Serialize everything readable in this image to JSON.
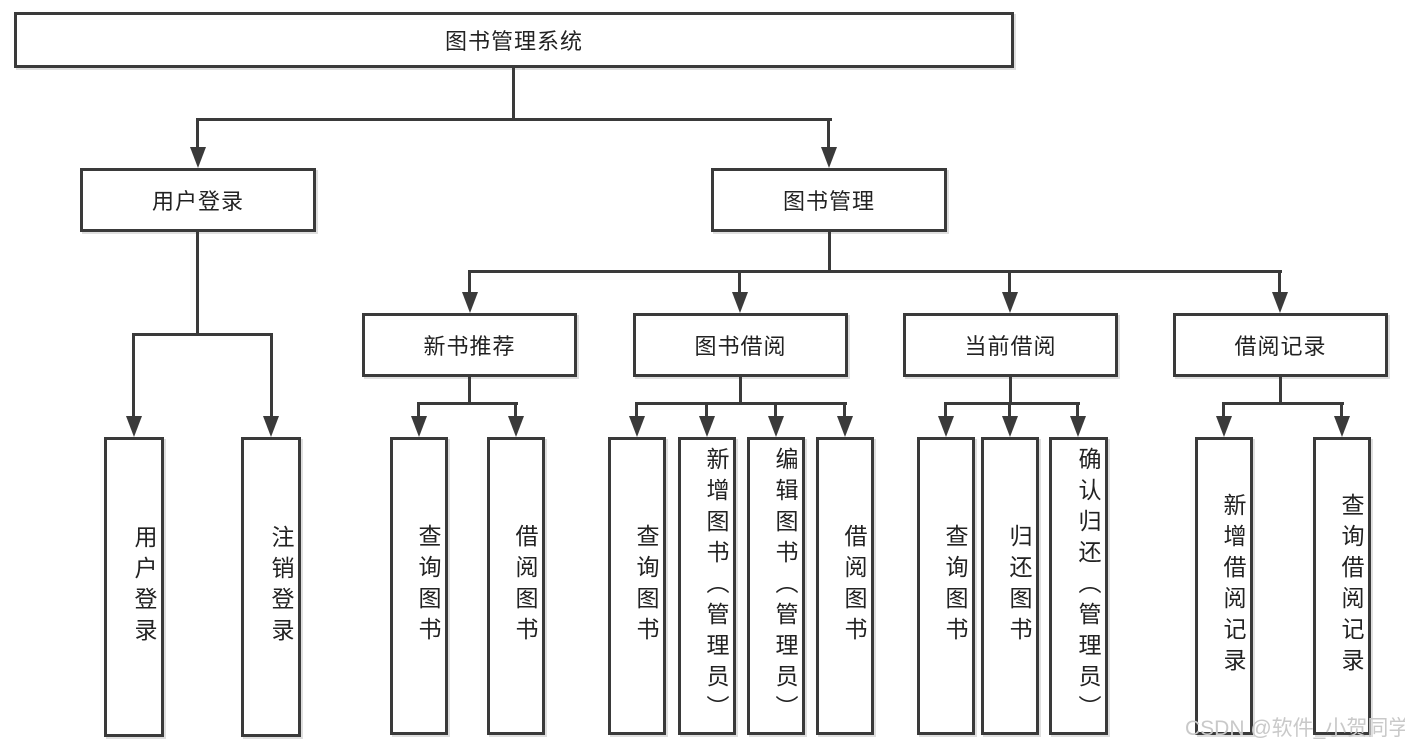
{
  "diagram": {
    "title": "图书管理系统",
    "root": {
      "label": "图书管理系统"
    },
    "branches": [
      {
        "label": "用户登录",
        "leaves": [
          {
            "label": "用户登录"
          },
          {
            "label": "注销登录"
          }
        ]
      },
      {
        "label": "图书管理",
        "groups": [
          {
            "label": "新书推荐",
            "leaves": [
              {
                "label": "查询图书"
              },
              {
                "label": "借阅图书"
              }
            ]
          },
          {
            "label": "图书借阅",
            "leaves": [
              {
                "label": "查询图书"
              },
              {
                "label": "新增图书（管理员）"
              },
              {
                "label": "编辑图书（管理员）"
              },
              {
                "label": "借阅图书"
              }
            ]
          },
          {
            "label": "当前借阅",
            "leaves": [
              {
                "label": "查询图书"
              },
              {
                "label": "归还图书"
              },
              {
                "label": "确认归还（管理员）"
              }
            ]
          },
          {
            "label": "借阅记录",
            "leaves": [
              {
                "label": "新增借阅记录"
              },
              {
                "label": "查询借阅记录"
              }
            ]
          }
        ]
      }
    ],
    "colors": {
      "line": "#3a3a3a",
      "text": "#222222",
      "box_background": "#ffffff",
      "watermark": "#c9c9c9"
    },
    "watermark": "CSDN @软件_小贺同学"
  }
}
